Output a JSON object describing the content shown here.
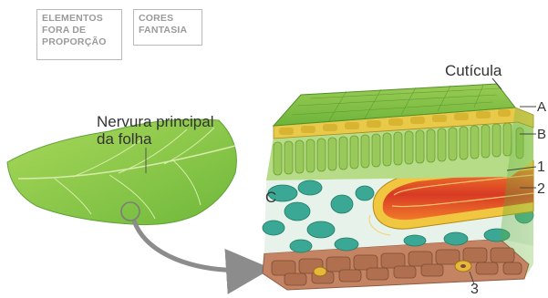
{
  "tags": {
    "proportion": [
      "ELEMENTOS",
      "FORA DE",
      "PROPORÇÃO"
    ],
    "colors": [
      "CORES",
      "FANTASIA"
    ]
  },
  "labels": {
    "nervura_line1": "Nervura principal",
    "nervura_line2": "da folha",
    "cuticula": "Cutícula",
    "A": "A",
    "B": "B",
    "C": "C",
    "n1": "1",
    "n2": "2",
    "n3": "3"
  },
  "palette": {
    "leaf": "#8dc63f",
    "cuticle": "#7dbf3a",
    "palisade": "#a6d06a",
    "spongy": "#3fae9a",
    "vein_outer": "#e9b52b",
    "vein_inner": "#e2452a",
    "lower_epidermis": "#b9795b",
    "arrow": "#8c8c8c"
  }
}
